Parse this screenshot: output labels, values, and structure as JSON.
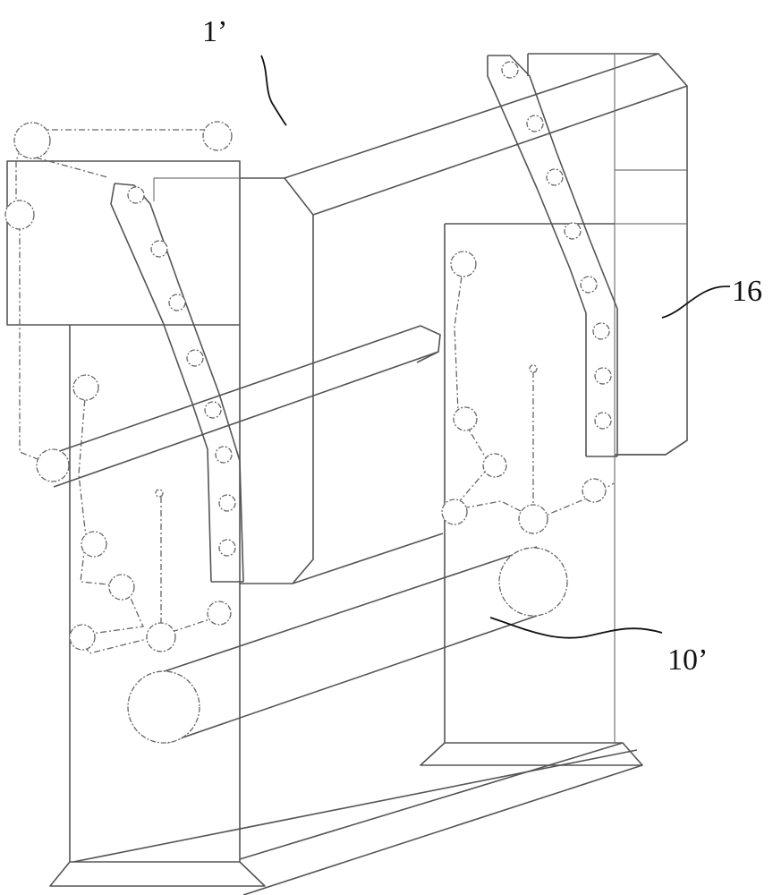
{
  "labels": {
    "label_1": "1’",
    "label_16": "16",
    "label_10": "10’"
  }
}
